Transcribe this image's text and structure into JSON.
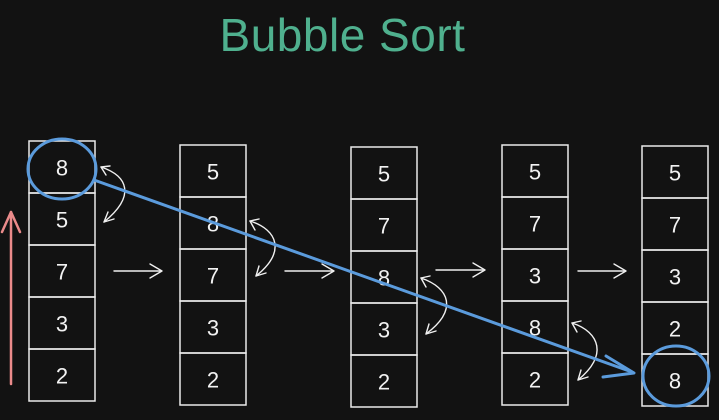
{
  "title": "Bubble Sort",
  "colors": {
    "background": "#121212",
    "title": "#4fb08e",
    "highlight": "#5b9bdc",
    "direction_arrow": "#ea8a8a",
    "stroke": "#eaeaea"
  },
  "arrays": [
    {
      "values": [
        "8",
        "5",
        "7",
        "3",
        "2"
      ]
    },
    {
      "values": [
        "5",
        "8",
        "7",
        "3",
        "2"
      ]
    },
    {
      "values": [
        "5",
        "7",
        "8",
        "3",
        "2"
      ]
    },
    {
      "values": [
        "5",
        "7",
        "3",
        "8",
        "2"
      ]
    },
    {
      "values": [
        "5",
        "7",
        "3",
        "2",
        "8"
      ]
    }
  ],
  "highlight": {
    "value": "8",
    "from_array": 0,
    "from_index": 0,
    "to_array": 4,
    "to_index": 4
  },
  "icons": [
    "swap-icon",
    "next-step-arrow-icon",
    "up-arrow-icon",
    "highlight-circle-icon"
  ]
}
